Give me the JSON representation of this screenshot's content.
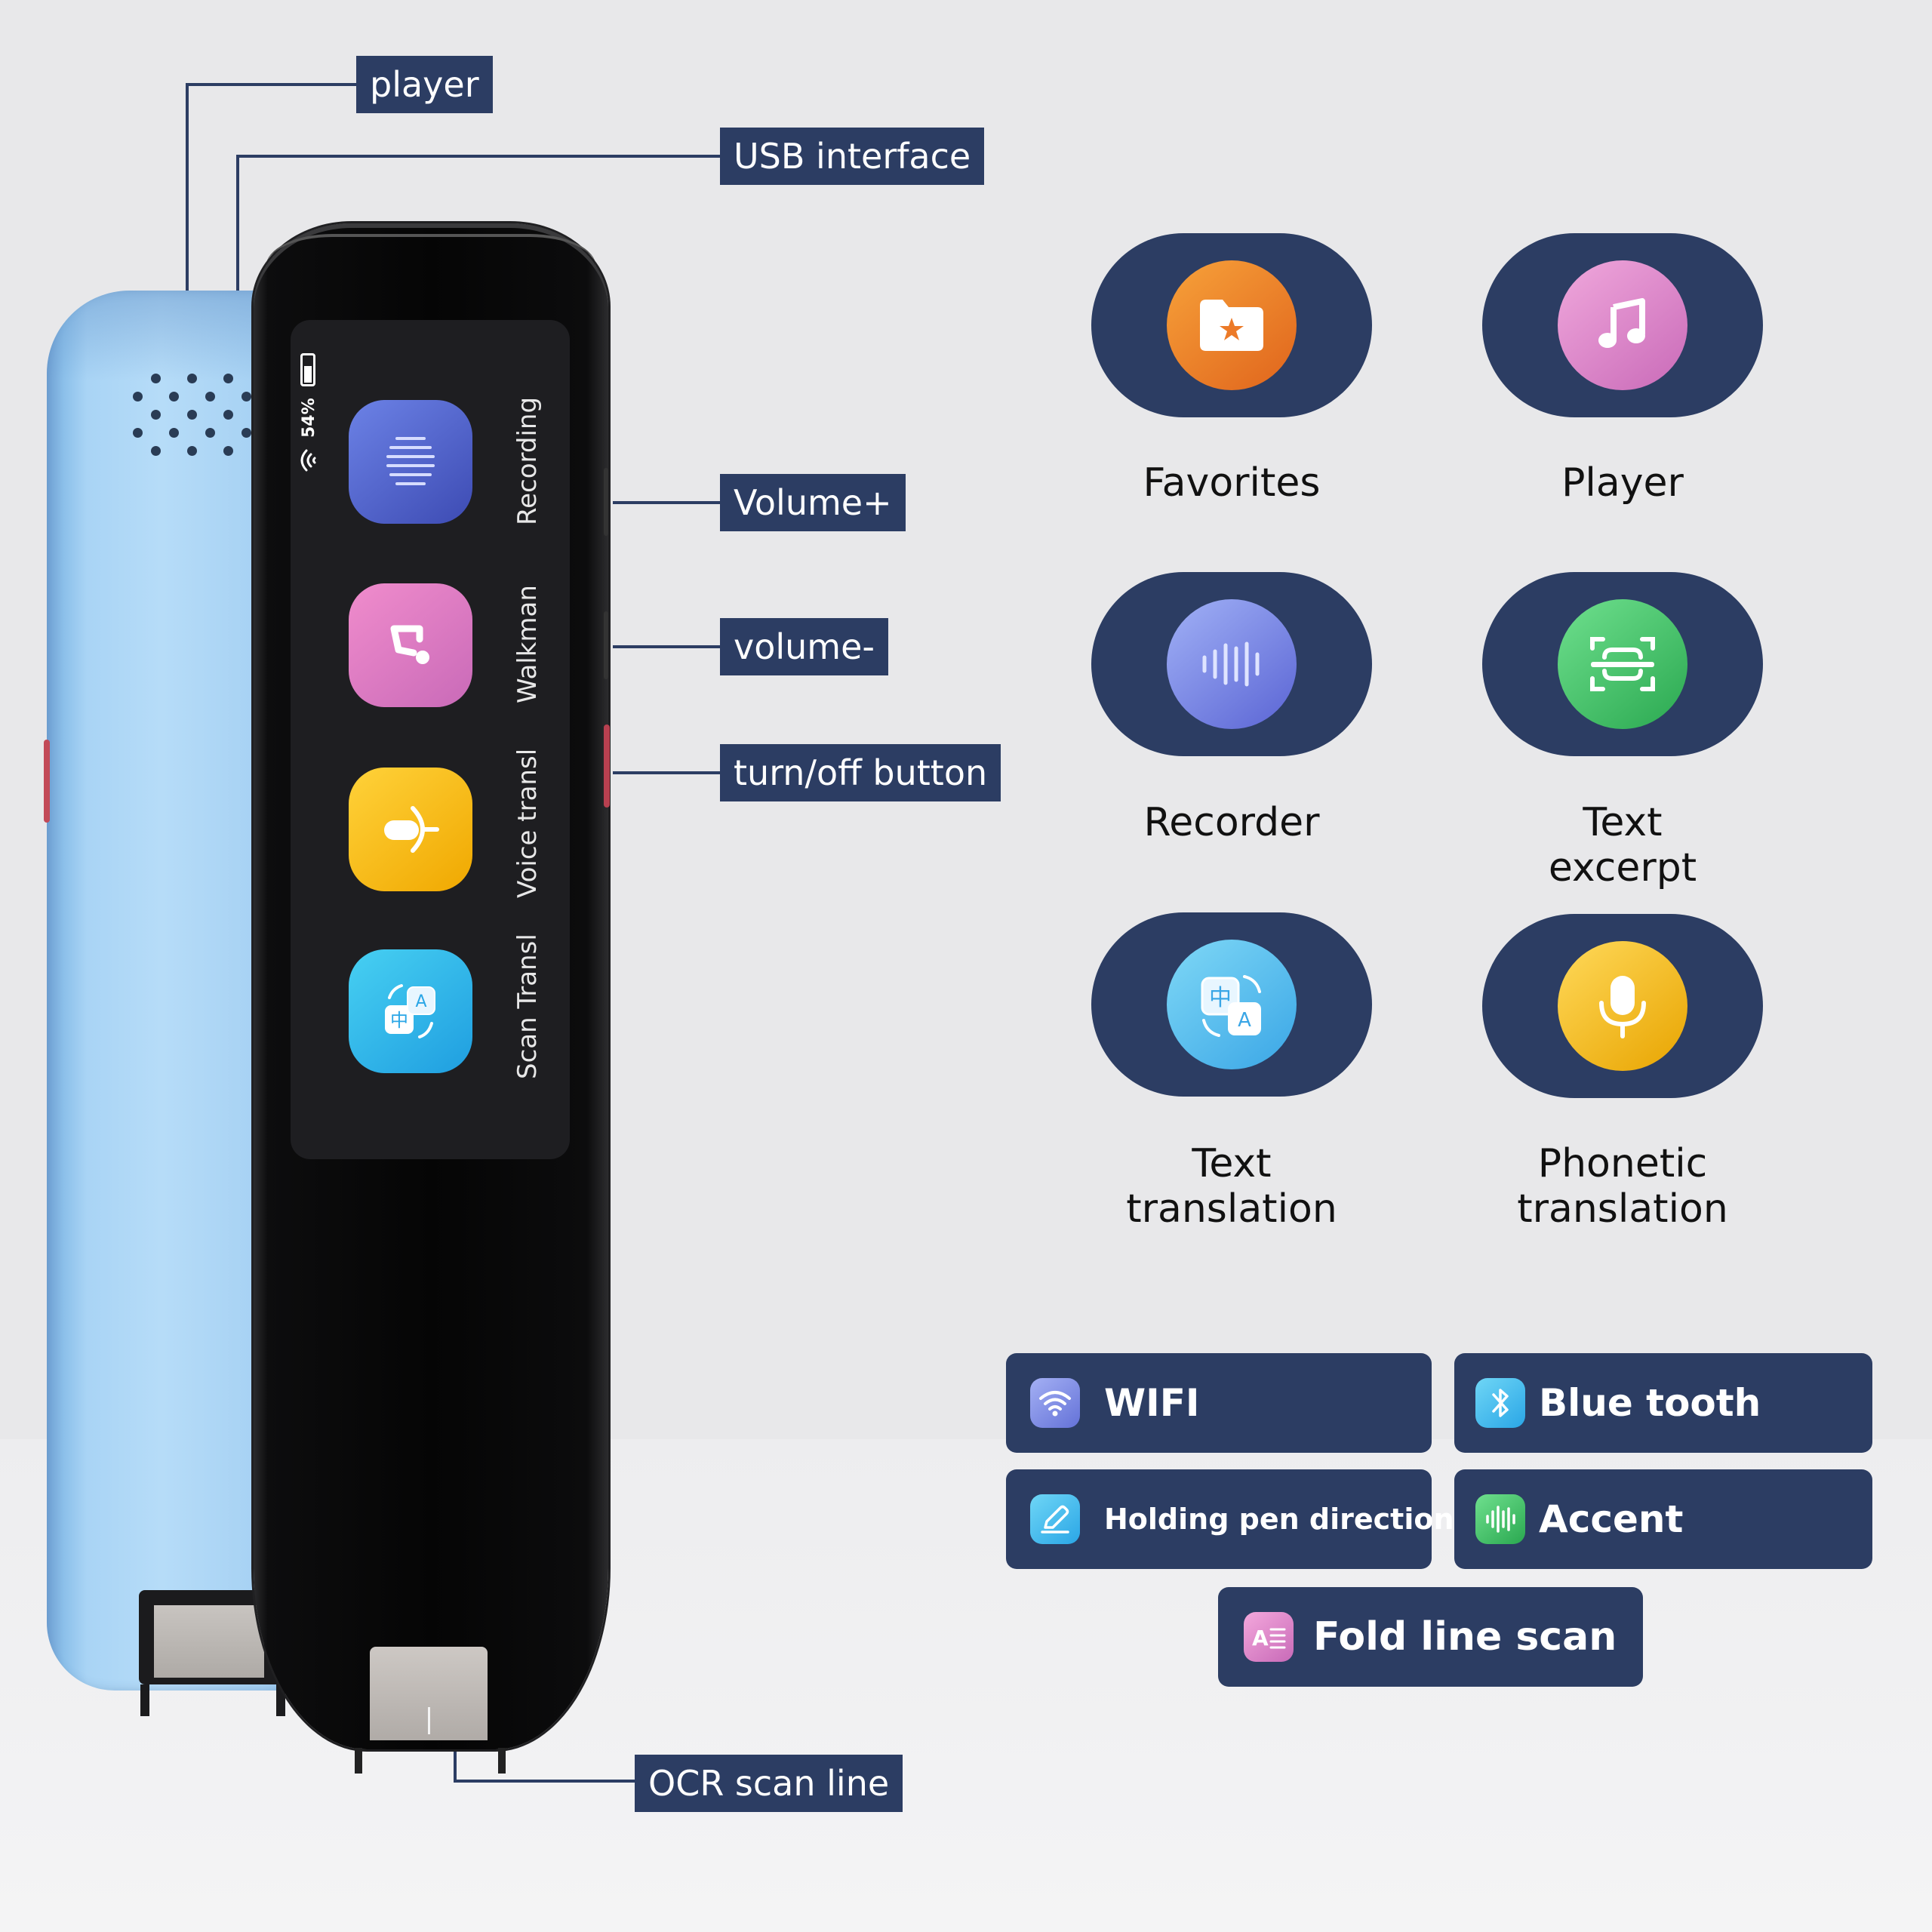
{
  "callouts": {
    "player": "player",
    "usb": "USB interface",
    "volume_up": "Volume+",
    "volume_down": "volume-",
    "power": "turn/off button",
    "ocr": "OCR scan line"
  },
  "screen": {
    "battery": "54%",
    "apps": [
      {
        "label": "Recording",
        "icon": "sound-wave-icon",
        "color": "#4a58c0"
      },
      {
        "label": "Walkman",
        "icon": "music-note-icon",
        "color": "#e07fc0"
      },
      {
        "label": "Voice transl",
        "icon": "microphone-icon",
        "color": "#f2b810"
      },
      {
        "label": "Scan Transl",
        "icon": "translate-icon",
        "color": "#2cb4ec"
      }
    ]
  },
  "features": [
    {
      "label": "Favorites",
      "icon": "folder-star-icon",
      "color": "#ee7f2c"
    },
    {
      "label": "Player",
      "icon": "music-note-icon",
      "color": "#d681c6"
    },
    {
      "label": "Recorder",
      "icon": "sound-wave-icon",
      "color": "#6f7fdf"
    },
    {
      "label": "Text\nexcerpt",
      "icon": "scan-text-icon",
      "color": "#3fbf6a"
    },
    {
      "label": "Text\ntranslation",
      "icon": "translate-icon",
      "color": "#4ab8e8"
    },
    {
      "label": "Phonetic\ntranslation",
      "icon": "microphone-icon",
      "color": "#f0b416"
    }
  ],
  "capabilities": [
    {
      "label": "WIFI",
      "icon": "wifi-icon",
      "color": "#7a88e0"
    },
    {
      "label": "Blue tooth",
      "icon": "bluetooth-icon",
      "color": "#3ab8ea"
    },
    {
      "label": "Holding pen direction",
      "icon": "pen-icon",
      "color": "#40b8e8"
    },
    {
      "label": "Accent",
      "icon": "audio-wave-icon",
      "color": "#3fbf6a"
    },
    {
      "label": "Fold line scan",
      "icon": "text-format-icon",
      "color": "#d881c8"
    }
  ]
}
